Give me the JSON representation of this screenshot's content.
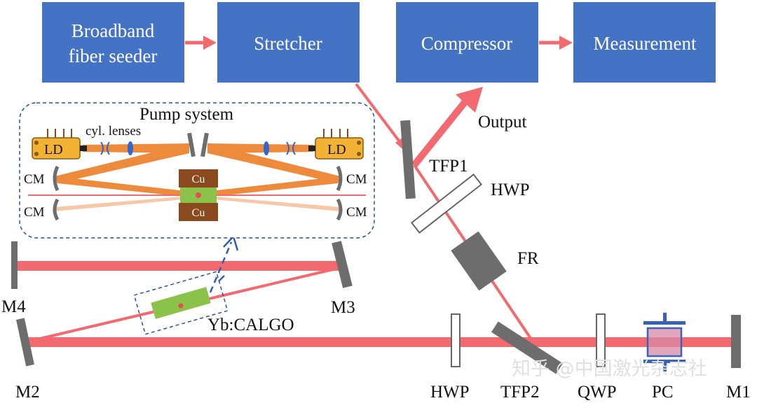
{
  "colors": {
    "block": "#4472c4",
    "beam": "#f26a70",
    "beam_dark": "#f05a60",
    "pump": "#ed8a3c",
    "pump_light": "#f6c8a8",
    "optic": "#6d6d6d",
    "crystal": "#8bc34a",
    "copper": "#8a4a1e",
    "ld": "#f2b233",
    "dashed": "#3366aa"
  },
  "blocks": {
    "seeder": [
      "Broadband",
      "fiber seeder"
    ],
    "stretcher": "Stretcher",
    "compressor": "Compressor",
    "measurement": "Measurement"
  },
  "labels": {
    "output": "Output",
    "tfp1": "TFP1",
    "hwp_upper": "HWP",
    "fr": "FR",
    "m1": "M1",
    "m2": "M2",
    "m3": "M3",
    "m4": "M4",
    "yb_calgo": "Yb:CALGO",
    "hwp_lower": "HWP",
    "tfp2": "TFP2",
    "qwp": "QWP",
    "pc": "PC"
  },
  "pump_system": {
    "title": "Pump system",
    "lenses_label": "cyl. lenses",
    "ld_label": "LD",
    "cm_label": "CM",
    "cu_label": "Cu"
  },
  "watermark": "知乎 @中国激光杂志社"
}
